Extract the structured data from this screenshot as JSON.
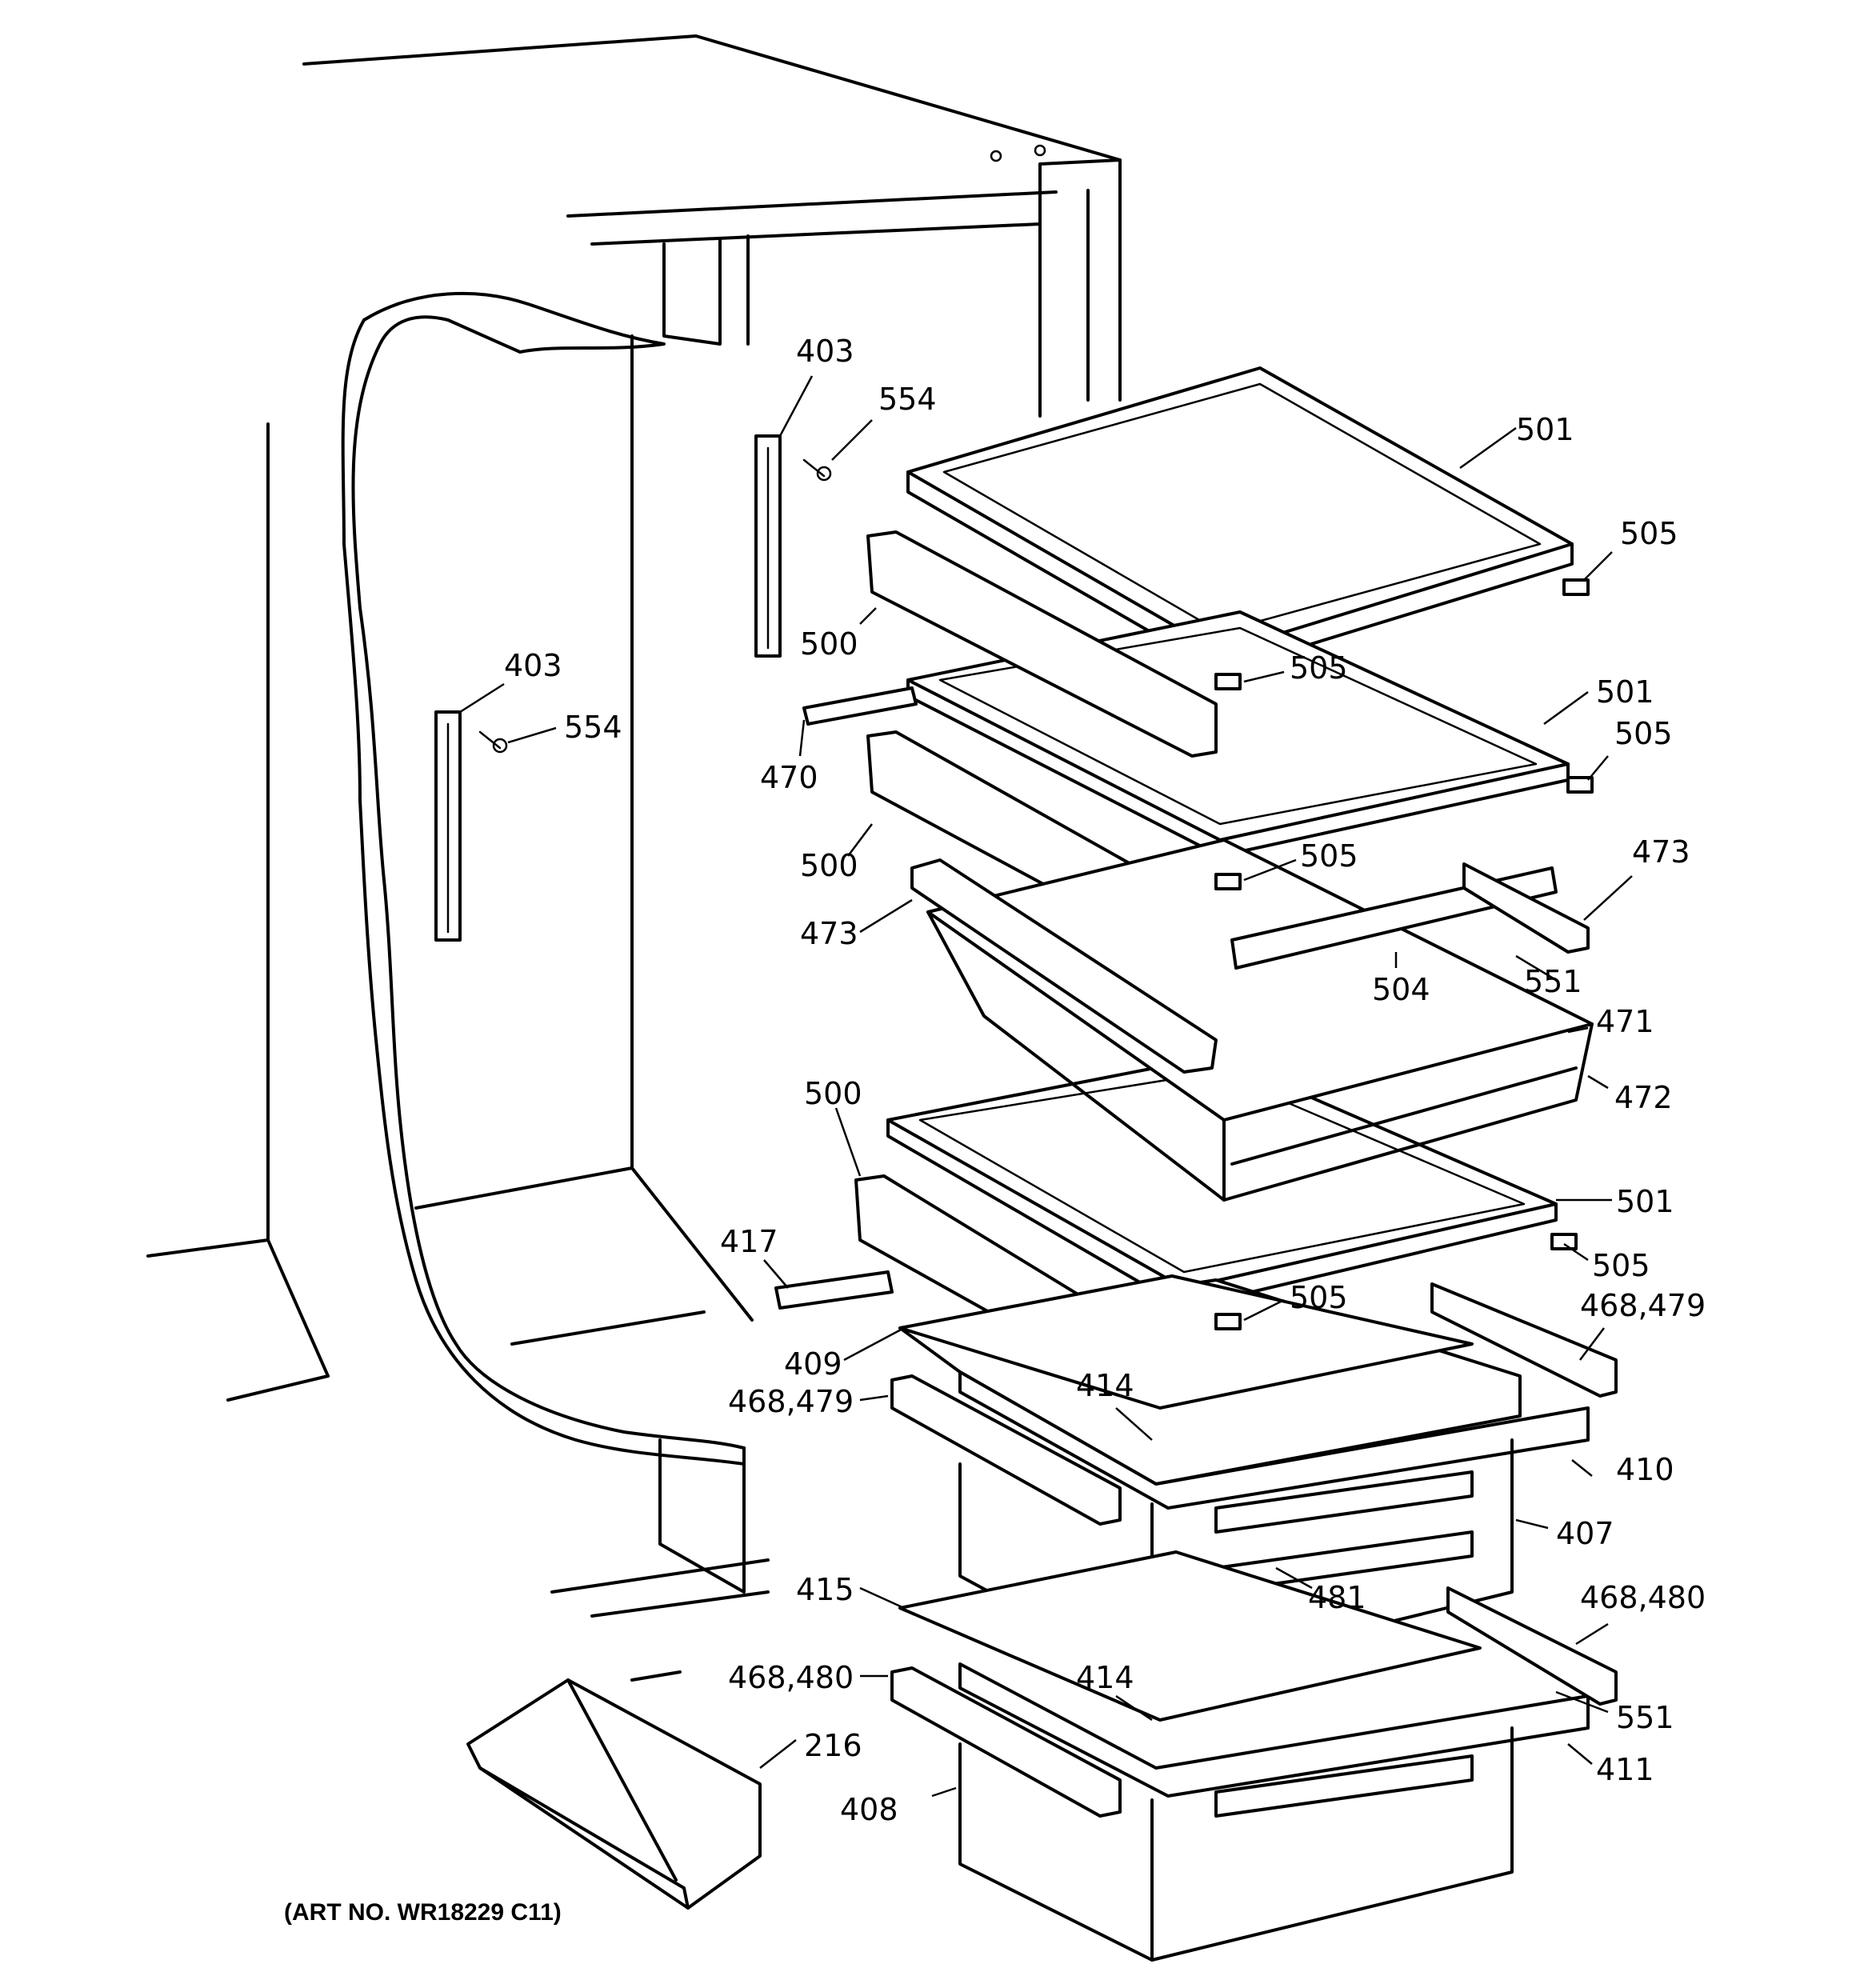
{
  "diagram": {
    "art_number": "(ART NO. WR18229 C11)",
    "labels": {
      "l403_top": "403",
      "l554_top": "554",
      "l403_mid": "403",
      "l554_mid": "554",
      "l501_a": "501",
      "l505_a": "505",
      "l500_a": "500",
      "l505_b": "505",
      "l501_b": "501",
      "l505_c": "505",
      "l470": "470",
      "l500_b": "500",
      "l505_d": "505",
      "l473_right": "473",
      "l473_left": "473",
      "l551_a": "551",
      "l504": "504",
      "l471": "471",
      "l472": "472",
      "l500_c": "500",
      "l501_c": "501",
      "l505_e": "505",
      "l417": "417",
      "l505_f": "505",
      "l468_479_right": "468,479",
      "l409": "409",
      "l468_479_left": "468,479",
      "l414_a": "414",
      "l410": "410",
      "l407": "407",
      "l481": "481",
      "l415": "415",
      "l468_480_right": "468,480",
      "l468_480_left": "468,480",
      "l414_b": "414",
      "l551_b": "551",
      "l216": "216",
      "l408": "408",
      "l411": "411"
    }
  }
}
